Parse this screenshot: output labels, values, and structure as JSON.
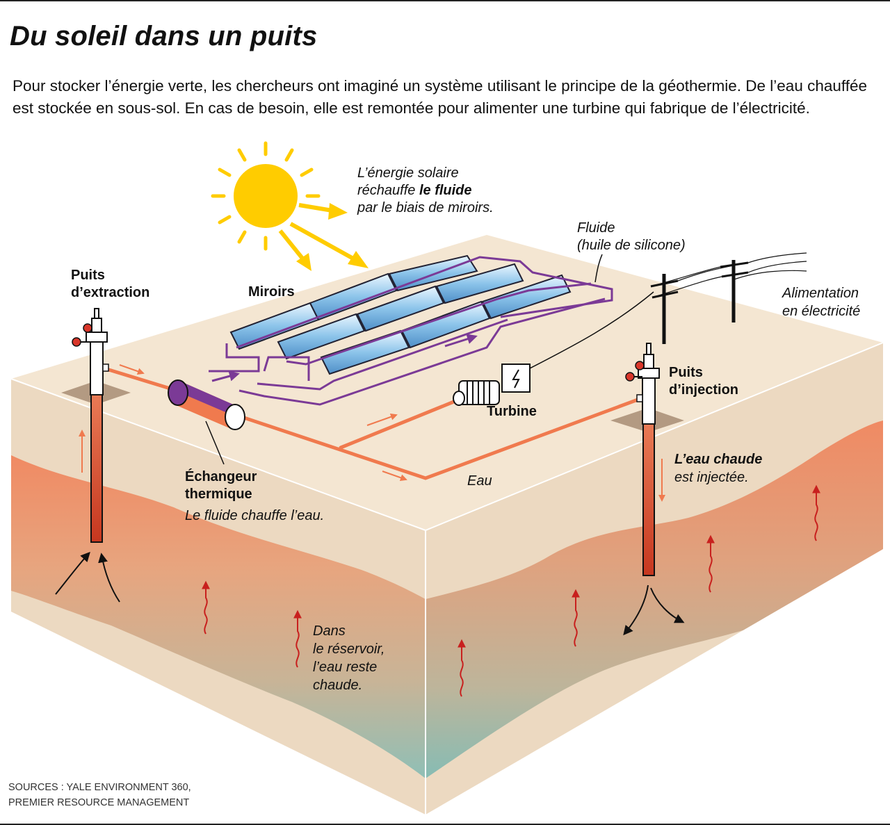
{
  "title": "Du soleil dans un puits",
  "intro": "Pour stocker l’énergie verte, les chercheurs ont imaginé un système utilisant le principe de la géothermie. De l’eau chauffée est stockée en sous-sol. En cas de besoin, elle est remontée pour alimenter une turbine qui fabrique de l’électricité.",
  "labels": {
    "solar": {
      "line1": "L’énergie solaire",
      "line2_start": "réchauffe ",
      "line2_bold": "le fluide",
      "line3": "par le biais de miroirs."
    },
    "fluid": {
      "line1": "Fluide",
      "line2": "(huile de silicone)"
    },
    "mirrors": "Miroirs",
    "extraction_well": {
      "line1": "Puits",
      "line2": "d’extraction"
    },
    "injection_well": {
      "line1": "Puits",
      "line2": "d’injection"
    },
    "power": {
      "line1": "Alimentation",
      "line2": "en électricité"
    },
    "turbine": "Turbine",
    "exchanger": {
      "line1": "Échangeur",
      "line2": "thermique",
      "line3": "Le fluide chauffe l’eau."
    },
    "water": "Eau",
    "hot_water": {
      "line1": "L’eau chaude",
      "line2": "est injectée."
    },
    "reservoir": {
      "line1": "Dans",
      "line2": "le réservoir,",
      "line3": "l’eau reste",
      "line4": "chaude."
    }
  },
  "sources": {
    "line1": "SOURCES : YALE ENVIRONMENT 360,",
    "line2": "PREMIER RESOURCE MANAGEMENT"
  },
  "colors": {
    "sun": "#ffcc00",
    "fluid_pipe": "#7b3a96",
    "water_pipe": "#f07a4e",
    "ground_top": "#f4e6d2",
    "soil": "#ecd9c1",
    "hot_layer": "#ef8a62",
    "deep_layer": "#8fbfb6",
    "heat_arrow": "#c8201e"
  }
}
